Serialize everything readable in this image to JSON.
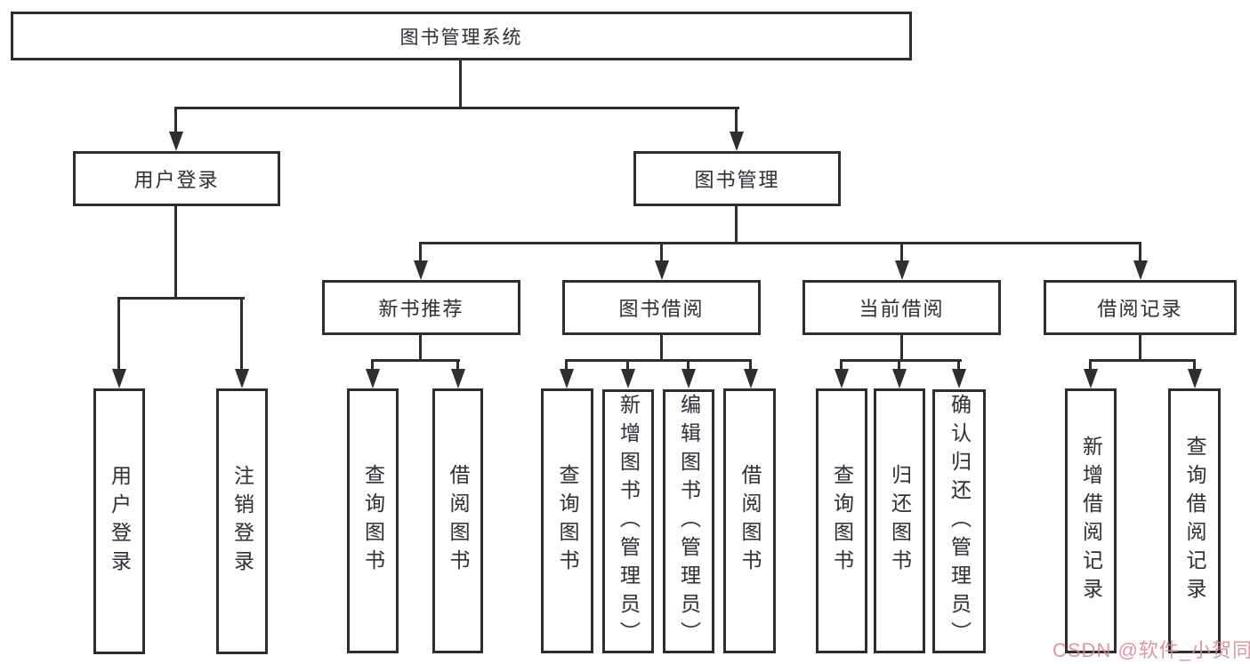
{
  "diagram": {
    "title": "图书管理系统",
    "type_hint": "hierarchy-tree",
    "colors": {
      "background": "#ffffff",
      "line": "#2e2e2e",
      "box_border": "#2e2e2e",
      "text": "#333333",
      "watermark": "#d68a94"
    },
    "nodes": {
      "root": "图书管理系统",
      "user_login": "用户登录",
      "book_mgmt": "图书管理",
      "new_book_rec": "新书推荐",
      "book_borrow": "图书借阅",
      "current_borrow": "当前借阅",
      "borrow_records": "借阅记录",
      "leaf_user_login": "用户登录",
      "leaf_logout": "注销登录",
      "nb_query": "查询图书",
      "nb_borrow": "借阅图书",
      "bb_query": "查询图书",
      "bb_add": "新增图书（管理员）",
      "bb_edit": "编辑图书（管理员）",
      "bb_borrow": "借阅图书",
      "cb_query": "查询图书",
      "cb_return": "归还图书",
      "cb_confirm": "确认归还（管理员）",
      "br_add": "新增借阅记录",
      "br_query": "查询借阅记录"
    },
    "hierarchy": {
      "图书管理系统": {
        "用户登录": [
          "用户登录",
          "注销登录"
        ],
        "图书管理": {
          "新书推荐": [
            "查询图书",
            "借阅图书"
          ],
          "图书借阅": [
            "查询图书",
            "新增图书（管理员）",
            "编辑图书（管理员）",
            "借阅图书"
          ],
          "当前借阅": [
            "查询图书",
            "归还图书",
            "确认归还（管理员）"
          ],
          "借阅记录": [
            "新增借阅记录",
            "查询借阅记录"
          ]
        }
      }
    },
    "watermark": "CSDN @软件_小贺同学"
  }
}
